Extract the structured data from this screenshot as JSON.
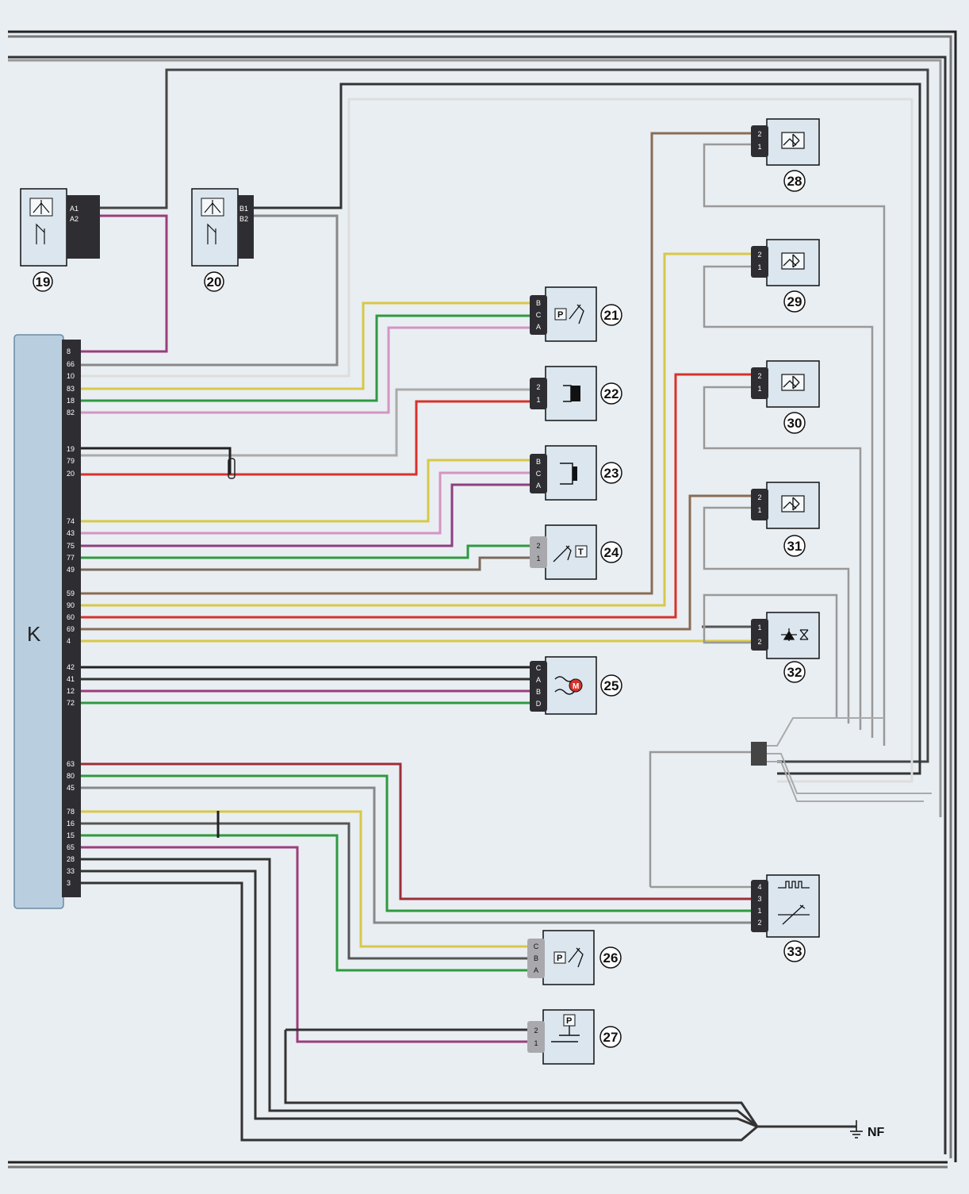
{
  "diagram": {
    "ecu_label": "K",
    "ecu_pins": [
      "8",
      "66",
      "10",
      "83",
      "18",
      "82",
      "19",
      "79",
      "20",
      "74",
      "43",
      "75",
      "77",
      "49",
      "59",
      "90",
      "60",
      "69",
      "4",
      "42",
      "41",
      "12",
      "72",
      "63",
      "80",
      "45",
      "78",
      "16",
      "15",
      "65",
      "28",
      "33",
      "3"
    ],
    "ground_label": "NF",
    "components": [
      {
        "id": "c19",
        "number": "19",
        "pins": [
          "A1",
          "A2"
        ]
      },
      {
        "id": "c20",
        "number": "20",
        "pins": [
          "B1",
          "B2"
        ]
      },
      {
        "id": "c21",
        "number": "21",
        "pins": [
          "B",
          "C",
          "A"
        ],
        "symbol": "P"
      },
      {
        "id": "c22",
        "number": "22",
        "pins": [
          "2",
          "1"
        ]
      },
      {
        "id": "c23",
        "number": "23",
        "pins": [
          "B",
          "C",
          "A"
        ]
      },
      {
        "id": "c24",
        "number": "24",
        "pins": [
          "2",
          "1"
        ],
        "symbol": "T"
      },
      {
        "id": "c25",
        "number": "25",
        "pins": [
          "C",
          "A",
          "B",
          "D"
        ],
        "symbol": "M"
      },
      {
        "id": "c26",
        "number": "26",
        "pins": [
          "C",
          "B",
          "A"
        ],
        "symbol": "P"
      },
      {
        "id": "c27",
        "number": "27",
        "pins": [
          "2",
          "1"
        ],
        "symbol": "P"
      },
      {
        "id": "c28",
        "number": "28",
        "pins": [
          "2",
          "1"
        ]
      },
      {
        "id": "c29",
        "number": "29",
        "pins": [
          "2",
          "1"
        ]
      },
      {
        "id": "c30",
        "number": "30",
        "pins": [
          "2",
          "1"
        ]
      },
      {
        "id": "c31",
        "number": "31",
        "pins": [
          "2",
          "1"
        ]
      },
      {
        "id": "c32",
        "number": "32",
        "pins": [
          "1",
          "2"
        ]
      },
      {
        "id": "c33",
        "number": "33",
        "pins": [
          "4",
          "3",
          "1",
          "2"
        ]
      }
    ],
    "colors": {
      "background": "#e9eef2",
      "ecu_body": "#b9cfe0",
      "component_body": "#dbe6ef",
      "connector_dark": "#2e2e32",
      "connector_light": "#a9a9ad"
    }
  }
}
